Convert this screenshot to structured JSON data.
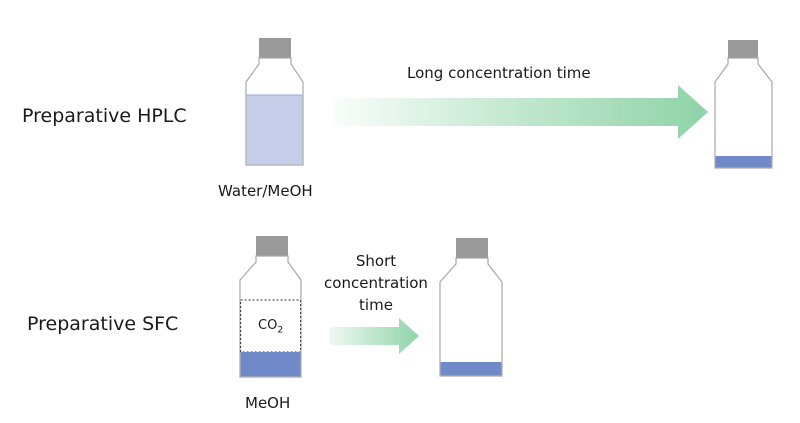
{
  "hplc": {
    "title": "Preparative HPLC",
    "solvent_label": "Water/MeOH",
    "arrow_label": "Long concentration time"
  },
  "sfc": {
    "title": "Preparative SFC",
    "solvent_label": "MeOH",
    "co2_main": "CO",
    "co2_sub": "2",
    "arrow_label_lines": [
      "Short",
      "concentration",
      "time"
    ]
  },
  "colors": {
    "cap": "#9a9a9a",
    "bottle_outline": "#a8a8a8",
    "liquid_light": "#c5cde9",
    "liquid_dark": "#7089c8",
    "arrow_green": "#8fd3a8"
  }
}
